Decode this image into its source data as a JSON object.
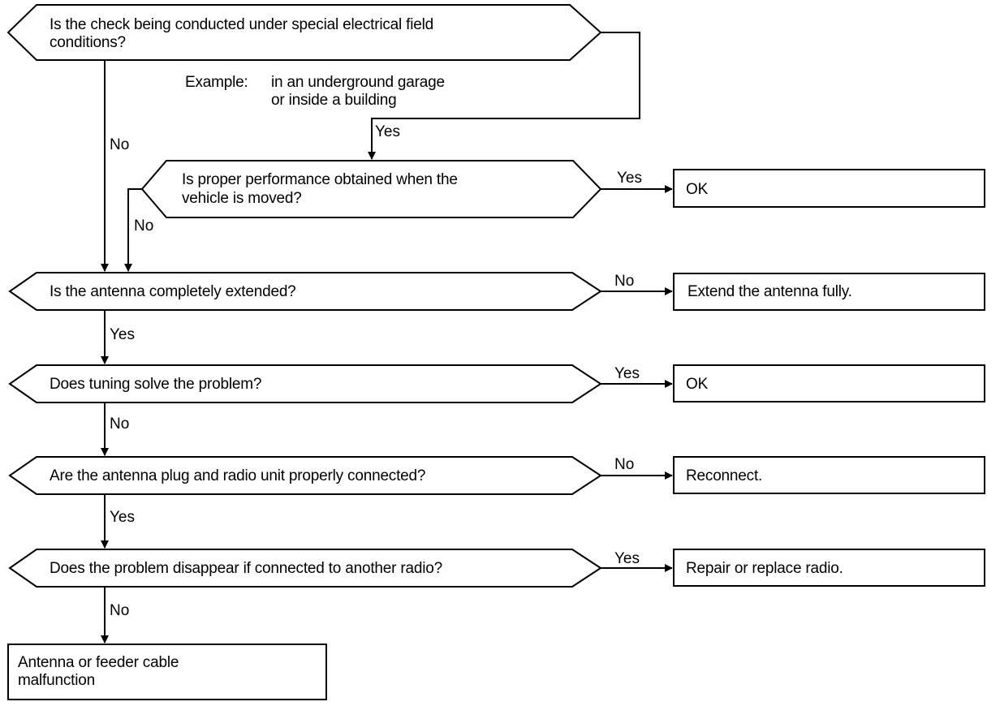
{
  "decisions": {
    "special_field": [
      "Is the check being conducted under special electrical field",
      "conditions?"
    ],
    "vehicle_moved": [
      "Is proper performance obtained when the",
      "vehicle is moved?"
    ],
    "antenna_extended": "Is the antenna completely extended?",
    "tuning": "Does tuning solve the problem?",
    "plug_connected": "Are the antenna plug and radio unit properly connected?",
    "other_radio": "Does the problem disappear if connected to another radio?"
  },
  "note": {
    "label": "Example:",
    "lines": [
      "in  an  underground  garage",
      "or inside a building"
    ]
  },
  "results": {
    "ok_moved": "OK",
    "extend": "Extend  the  antenna  fully.",
    "ok_tuning": "OK",
    "reconnect": "Reconnect.",
    "repair": "Repair or replace radio.",
    "malfunction": [
      "Antenna  or  feeder  cable",
      "malfunction"
    ]
  },
  "edges": {
    "special_yes": "Yes",
    "special_no": "No",
    "moved_yes": "Yes",
    "moved_no": "No",
    "extended_no": "No",
    "extended_yes": "Yes",
    "tuning_yes": "Yes",
    "tuning_no": "No",
    "plug_no": "No",
    "plug_yes": "Yes",
    "other_yes": "Yes",
    "other_no": "No"
  }
}
